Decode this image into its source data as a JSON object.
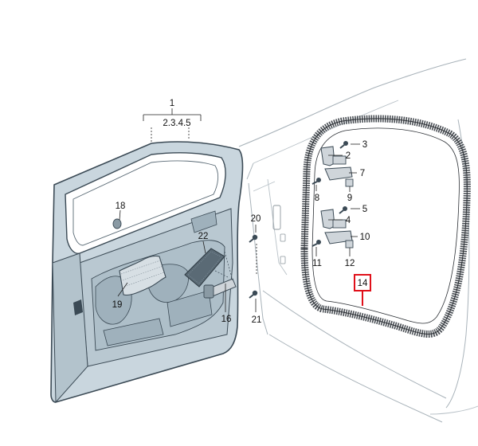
{
  "diagram": {
    "type": "exploded parts diagram",
    "callouts": {
      "c1": "1",
      "c2345": "2.3.4.5",
      "c2": "2",
      "c3": "3",
      "c4": "4",
      "c5": "5",
      "c7": "7",
      "c8": "8",
      "c9": "9",
      "c10": "10",
      "c11": "11",
      "c12": "12",
      "c14": "14",
      "c16": "16",
      "c18": "18",
      "c19": "19",
      "c20": "20",
      "c21": "21",
      "c22": "22"
    },
    "highlighted_callout": "14",
    "colors": {
      "door_panel": "#c9d6de",
      "door_outline": "#3b4a55",
      "body_line": "#a9b3ba",
      "seal": "#4a4f55",
      "highlight": "#e0101a",
      "hardware": "#cfd5da"
    }
  }
}
